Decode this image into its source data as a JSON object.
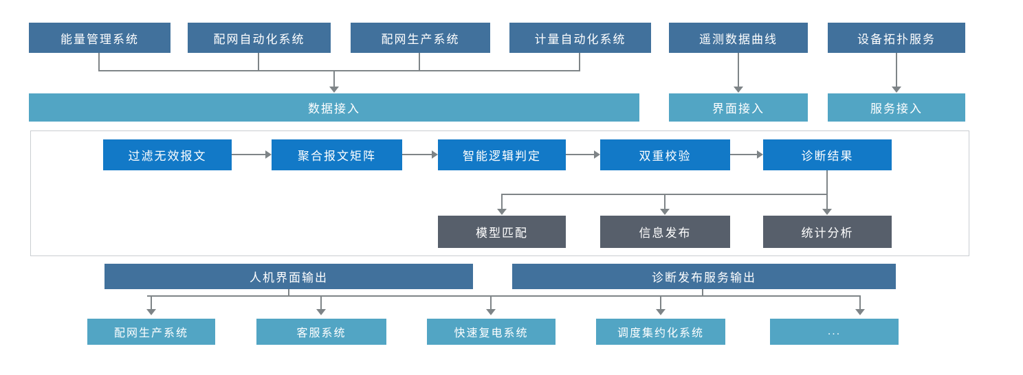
{
  "colors": {
    "source_box": "#41719C",
    "access_bar": "#52A5C4",
    "process_box": "#1279C7",
    "result_box": "#575F6B",
    "output_bar": "#41719C",
    "consumer_box": "#52A5C4",
    "connector": "#7E8487",
    "container_border": "#C9CDD1",
    "text": "#FFFFFF"
  },
  "sources": {
    "items": [
      {
        "label": "能量管理系统"
      },
      {
        "label": "配网自动化系统"
      },
      {
        "label": "配网生产系统"
      },
      {
        "label": "计量自动化系统"
      },
      {
        "label": "遥测数据曲线"
      },
      {
        "label": "设备拓扑服务"
      }
    ]
  },
  "access": {
    "data_label": "数据接入",
    "ui_label": "界面接入",
    "service_label": "服务接入"
  },
  "pipeline": {
    "steps": [
      {
        "label": "过滤无效报文"
      },
      {
        "label": "聚合报文矩阵"
      },
      {
        "label": "智能逻辑判定"
      },
      {
        "label": "双重校验"
      },
      {
        "label": "诊断结果"
      }
    ],
    "results": [
      {
        "label": "模型匹配"
      },
      {
        "label": "信息发布"
      },
      {
        "label": "统计分析"
      }
    ]
  },
  "outputs": {
    "hmi_label": "人机界面输出",
    "service_label": "诊断发布服务输出"
  },
  "consumers": {
    "items": [
      {
        "label": "配网生产系统"
      },
      {
        "label": "客服系统"
      },
      {
        "label": "快速复电系统"
      },
      {
        "label": "调度集约化系统"
      },
      {
        "label": "..."
      }
    ]
  }
}
